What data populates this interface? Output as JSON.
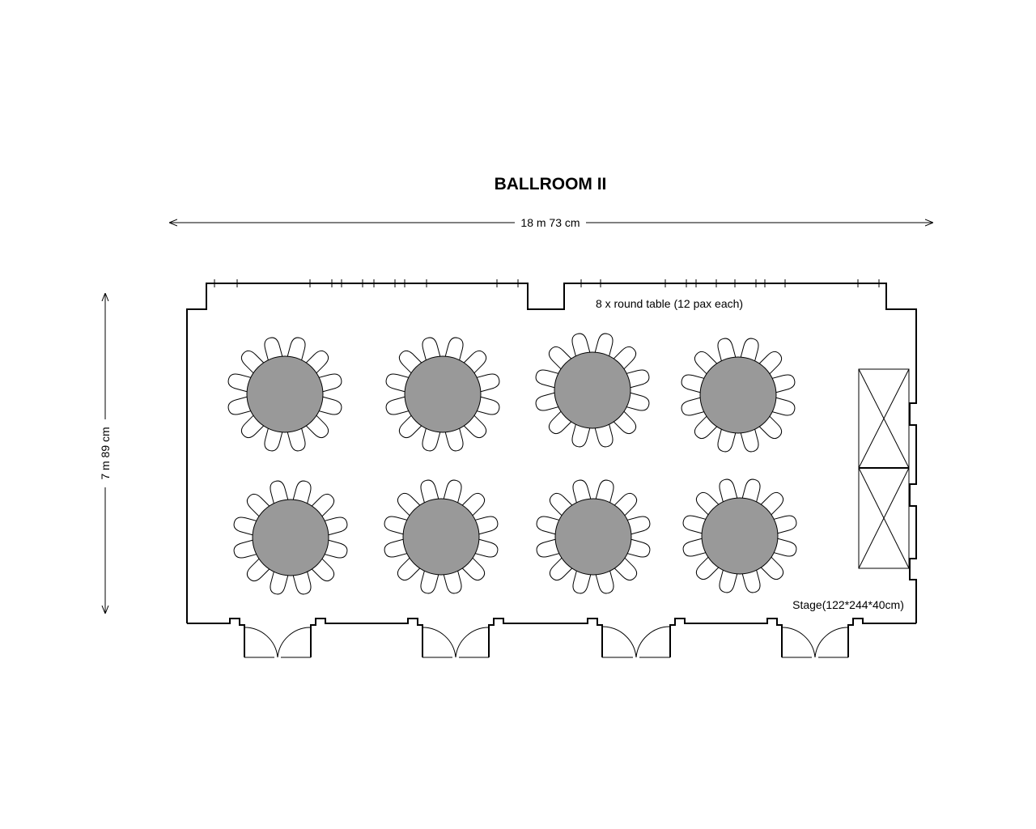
{
  "title": "BALLROOM II",
  "width_label": "18 m 73 cm",
  "length_label": "7 m 89 cm",
  "tables_label": "8 x round table (12 pax each)",
  "stage_label": "Stage(122*244*40cm)",
  "table_count": 8,
  "seats_per_table": 12,
  "stage_sections": 2,
  "door_count": 4,
  "colors": {
    "table_fill": "#999999",
    "line": "#000000",
    "background": "#ffffff"
  }
}
